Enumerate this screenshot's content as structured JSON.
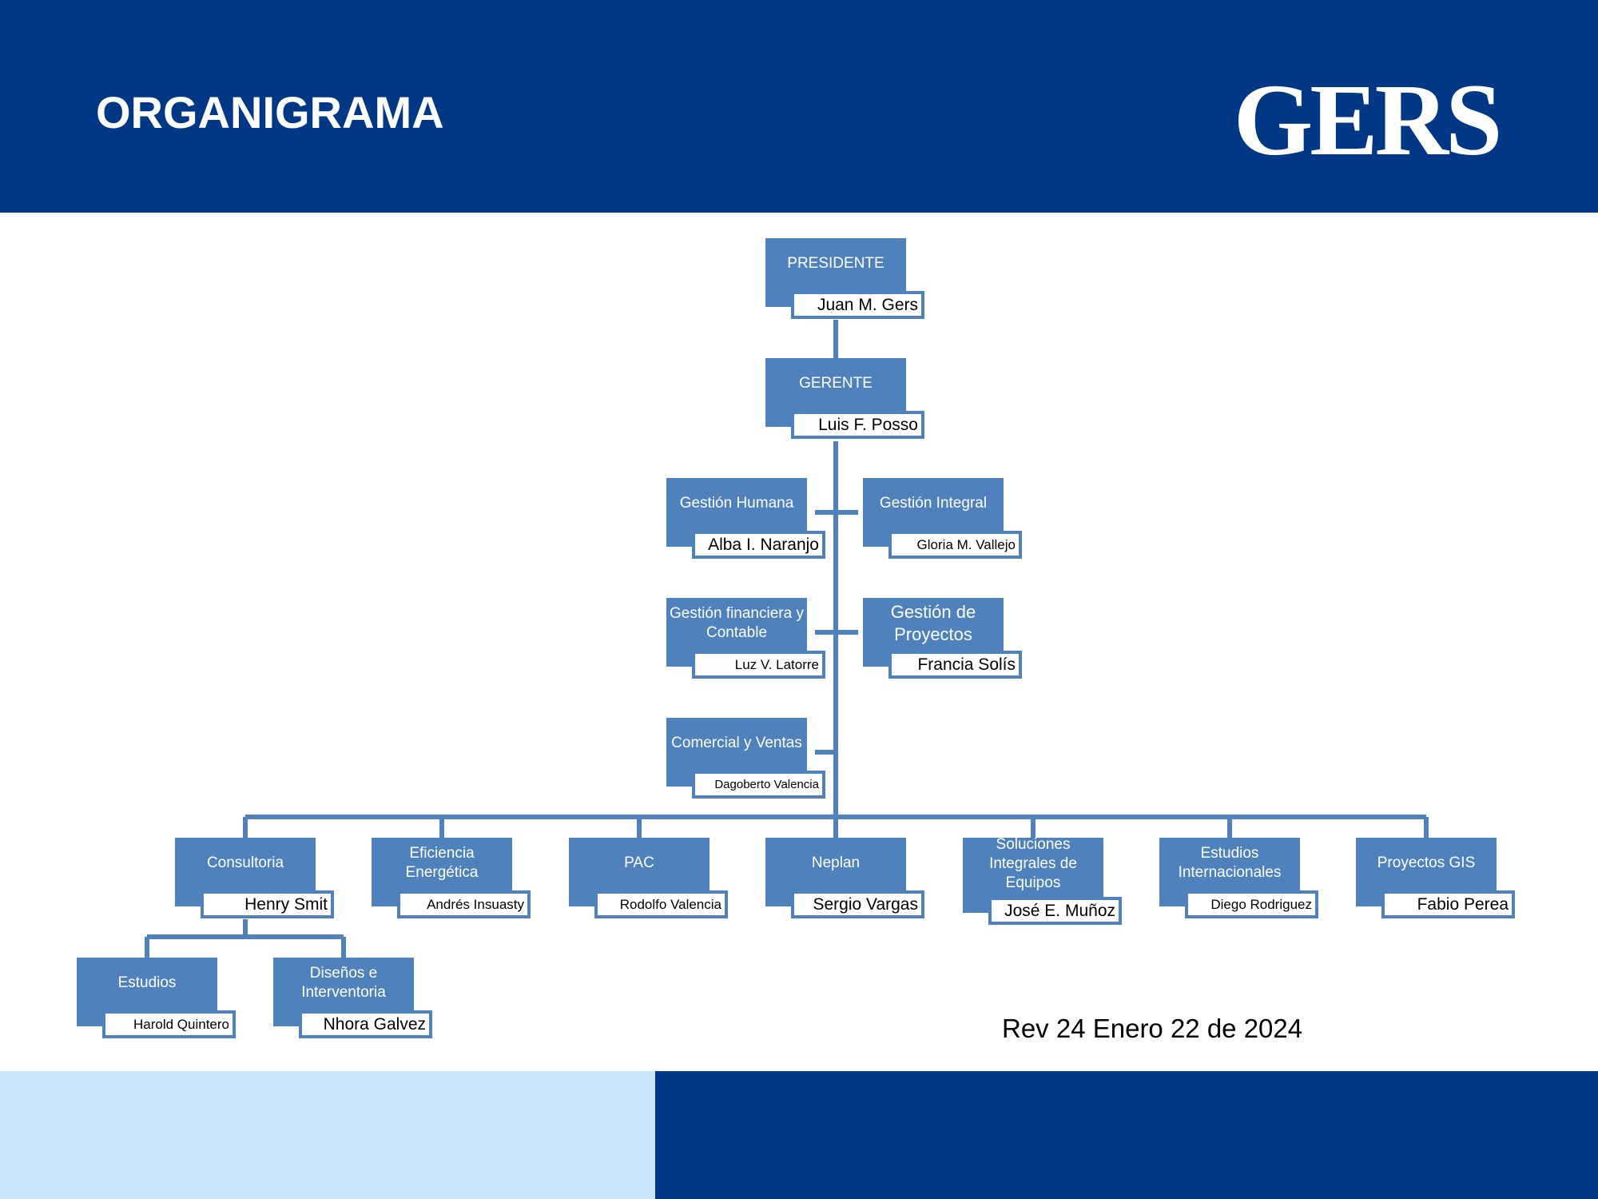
{
  "header": {
    "title": "ORGANIGRAMA",
    "logo_text": "GERS",
    "background_color": "#013886"
  },
  "colors": {
    "box_fill": "#4f81bd",
    "connector": "#4f81bd",
    "footer_light": "#c8e6f8",
    "footer_dark": "#013886"
  },
  "org": {
    "presidente": {
      "role": "PRESIDENTE",
      "name": "Juan M. Gers"
    },
    "gerente": {
      "role": "GERENTE",
      "name": "Luis F. Posso"
    },
    "gestion_humana": {
      "role": "Gestión Humana",
      "name": "Alba I. Naranjo"
    },
    "gestion_integral": {
      "role": "Gestión Integral",
      "name": "Gloria M. Vallejo"
    },
    "gestion_financiera": {
      "role": "Gestión financiera y Contable",
      "name": "Luz V. Latorre"
    },
    "gestion_proyectos": {
      "role": "Gestión de Proyectos",
      "name": "Francia Solís"
    },
    "comercial": {
      "role": "Comercial y Ventas",
      "name": "Dagoberto Valencia"
    },
    "consultoria": {
      "role": "Consultoria",
      "name": "Henry Smit"
    },
    "eficiencia": {
      "role": "Eficiencia Energética",
      "name": "Andrés Insuasty"
    },
    "pac": {
      "role": "PAC",
      "name": "Rodolfo Valencia"
    },
    "neplan": {
      "role": "Neplan",
      "name": "Sergio Vargas"
    },
    "soluciones": {
      "role": "Soluciones Integrales de Equipos",
      "name": "José E. Muñoz"
    },
    "internacionales": {
      "role": "Estudios Internacionales",
      "name": "Diego Rodriguez"
    },
    "gis": {
      "role": "Proyectos GIS",
      "name": "Fabio Perea"
    },
    "estudios": {
      "role": "Estudios",
      "name": "Harold Quintero"
    },
    "disenos": {
      "role": "Diseños e Interventoria",
      "name": "Nhora Galvez"
    }
  },
  "revision": "Rev 24 Enero 22 de 2024"
}
